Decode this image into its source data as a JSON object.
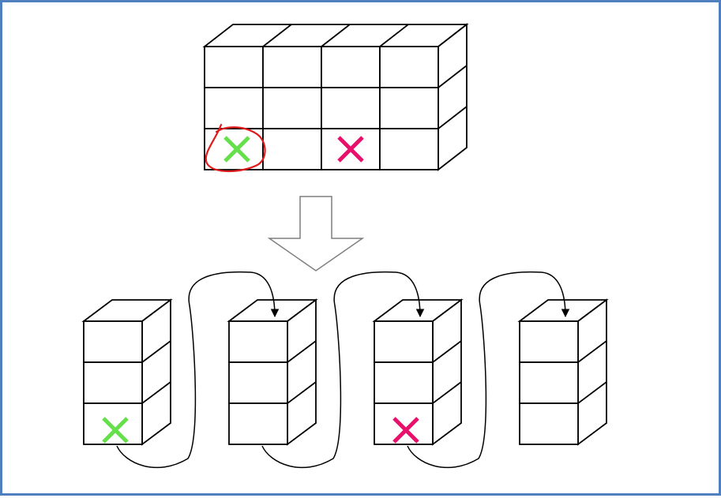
{
  "colors": {
    "frame_border": "#4f7fbf",
    "stroke": "#000000",
    "green_mark": "#66e04a",
    "pink_mark": "#e8106a",
    "highlight_circle": "#e01b1b",
    "arrow_fill": "#ffffff",
    "arrow_stroke": "#7f7f7f"
  },
  "icons": {
    "green": "cross-mark-icon",
    "pink": "cross-mark-icon",
    "down_arrow": "down-arrow-icon",
    "link_arrow": "curved-arrow-icon"
  },
  "top_block": {
    "rows": 3,
    "columns": 4
  },
  "columns": [
    {
      "mark": "green",
      "mark_row": 3,
      "highlighted": true
    },
    {
      "mark": null,
      "mark_row": null,
      "highlighted": false
    },
    {
      "mark": "pink",
      "mark_row": 3,
      "highlighted": false
    },
    {
      "mark": null,
      "mark_row": null,
      "highlighted": false
    }
  ],
  "stacks": [
    {
      "mark": "green",
      "mark_row": 3
    },
    {
      "mark": null,
      "mark_row": null
    },
    {
      "mark": "pink",
      "mark_row": 3
    },
    {
      "mark": null,
      "mark_row": null
    }
  ],
  "links": [
    {
      "from": 1,
      "to": 2
    },
    {
      "from": 2,
      "to": 3
    },
    {
      "from": 3,
      "to": 4
    }
  ]
}
